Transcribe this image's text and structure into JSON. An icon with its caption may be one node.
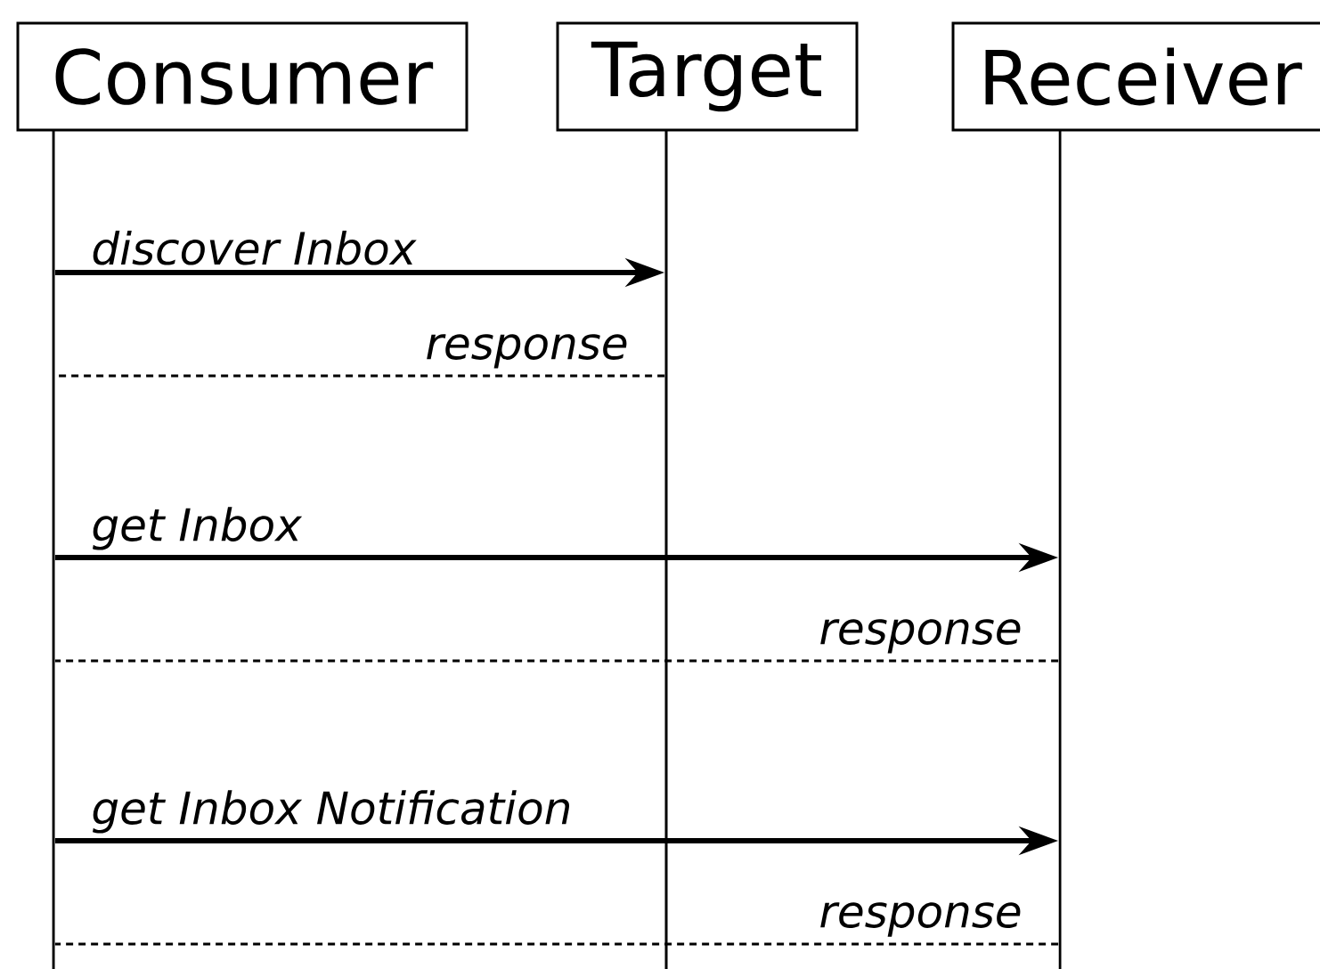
{
  "diagram": {
    "nodes": [
      {
        "text": [
          "Consumer"
        ]
      },
      {
        "text": [
          "Target"
        ]
      },
      {
        "text": [
          "Receiver"
        ]
      },
      {
        "text": [],
        "shape": "line"
      },
      {
        "text": [],
        "shape": "line"
      },
      {
        "text": [],
        "shape": "line"
      }
    ],
    "edges": [
      {
        "from": 3,
        "to": 4,
        "arrow": "to",
        "label": "discover Inbox",
        "style": "thick"
      },
      {
        "from": 4,
        "to": 3,
        "arrow": "none",
        "label": "response",
        "style": "dashed"
      },
      {
        "from": 3,
        "to": 5,
        "arrow": "to",
        "label": "get Inbox",
        "style": "thick"
      },
      {
        "from": 5,
        "to": 3,
        "arrow": "none",
        "label": "response",
        "style": "dashed"
      },
      {
        "from": 3,
        "to": 5,
        "arrow": "to",
        "label": "get Inbox Notification",
        "style": "thick"
      },
      {
        "from": 5,
        "to": 3,
        "arrow": "none",
        "label": "response",
        "style": "dashed"
      }
    ]
  }
}
